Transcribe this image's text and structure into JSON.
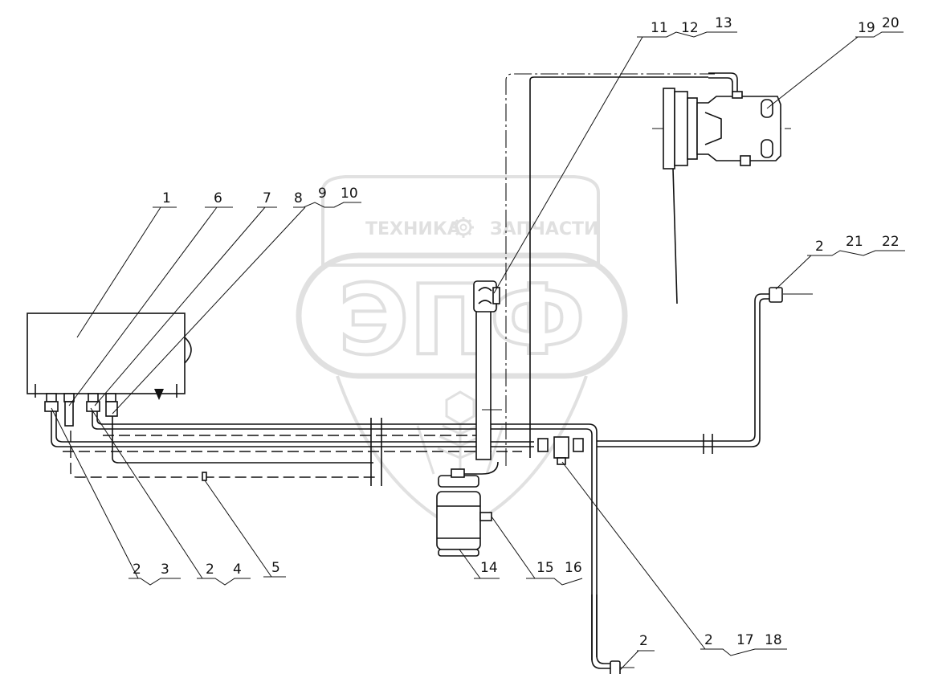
{
  "watermark": {
    "top_text_left": "ТЕХНИКА",
    "top_text_right": "ЗАПЧАСТИ",
    "main_text": "ЭПФ",
    "color": "#c8c8c8",
    "icon": "gear-icon"
  },
  "callouts": [
    {
      "id": "c1",
      "text": "1"
    },
    {
      "id": "c6",
      "text": "6"
    },
    {
      "id": "c7",
      "text": "7"
    },
    {
      "id": "c8",
      "text": "8"
    },
    {
      "id": "c9",
      "text": "9"
    },
    {
      "id": "c10",
      "text": "10"
    },
    {
      "id": "c11",
      "text": "11"
    },
    {
      "id": "c12",
      "text": "12"
    },
    {
      "id": "c13",
      "text": "13"
    },
    {
      "id": "c19",
      "text": "19"
    },
    {
      "id": "c20",
      "text": "20"
    },
    {
      "id": "c2a",
      "text": "2"
    },
    {
      "id": "c21",
      "text": "21"
    },
    {
      "id": "c22",
      "text": "22"
    },
    {
      "id": "c2b",
      "text": "2"
    },
    {
      "id": "c3",
      "text": "3"
    },
    {
      "id": "c2c",
      "text": "2"
    },
    {
      "id": "c4",
      "text": "4"
    },
    {
      "id": "c5",
      "text": "5"
    },
    {
      "id": "c14",
      "text": "14"
    },
    {
      "id": "c15",
      "text": "15"
    },
    {
      "id": "c16",
      "text": "16"
    },
    {
      "id": "c2d",
      "text": "2"
    },
    {
      "id": "c2e",
      "text": "2"
    },
    {
      "id": "c17",
      "text": "17"
    },
    {
      "id": "c18",
      "text": "18"
    }
  ],
  "colors": {
    "line": "#111111",
    "background": "#ffffff"
  }
}
